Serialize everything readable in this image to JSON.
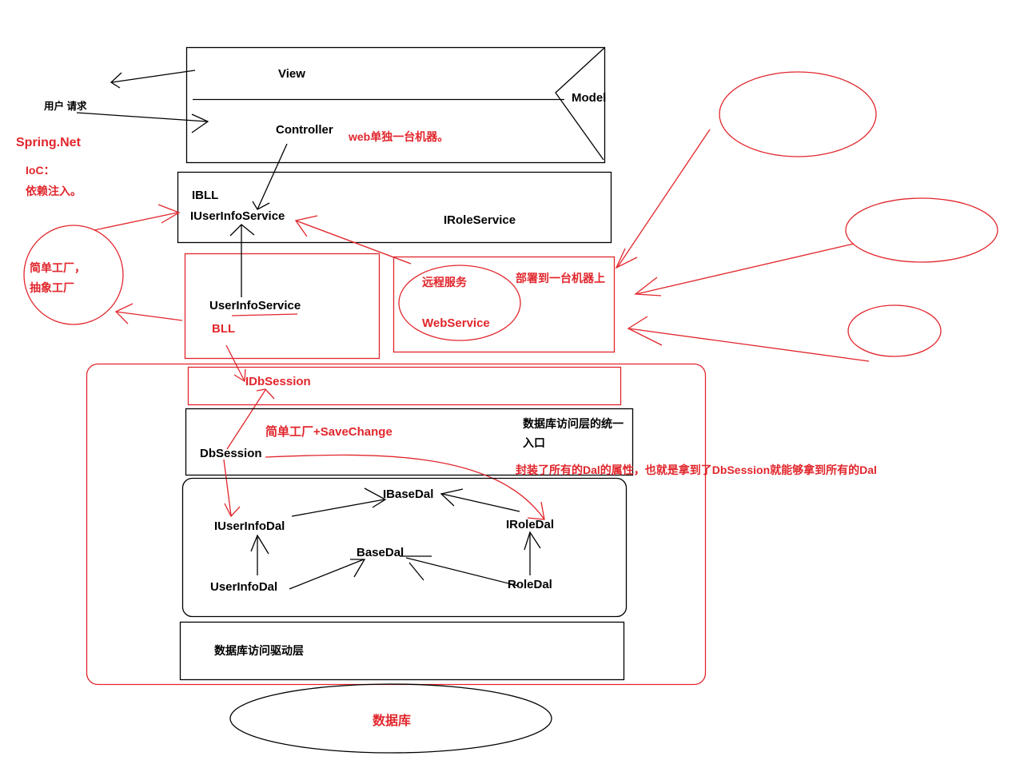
{
  "diagram": {
    "mvc": {
      "view": "View",
      "model": "Model",
      "controller": "Controller",
      "user_request": "用户 请求",
      "web_note": "web单独一台机器。"
    },
    "spring": {
      "title": "Spring.Net",
      "ioc": "IoC：",
      "di": "依赖注入。"
    },
    "bll_interface": {
      "ibll": "IBLL",
      "iuserinfoservice": "IUserInfoService",
      "iroleservice": "IRoleService"
    },
    "factory_note": {
      "line1": "简单工厂，",
      "line2": "抽象工厂"
    },
    "bll": {
      "userinfoservice": "UserInfoService",
      "label": "BLL"
    },
    "remote": {
      "label": "远程服务",
      "webservice": "WebService",
      "deploy": "部署到一台机器上"
    },
    "dbsession": {
      "interface": "IDbSession",
      "impl": "DbSession",
      "factory": "简单工厂+SaveChange",
      "entry_line1": "数据库访问层的统一",
      "entry_line2": "入口",
      "note": "封装了所有的Dal的属性，也就是拿到了DbSession就能够拿到所有的Dal"
    },
    "dal": {
      "ibasedal": "IBaseDal",
      "iuserinfodal": "IUserInfoDal",
      "iroledal": "IRoleDal",
      "basedal": "BaseDal",
      "userinfodal": "UserInfoDal",
      "roledal": "RoleDal"
    },
    "driver": "数据库访问驱动层",
    "database": "数据库"
  },
  "colors": {
    "ink": "#000000",
    "annotation": "#e1262c",
    "background": "#ffffff"
  }
}
